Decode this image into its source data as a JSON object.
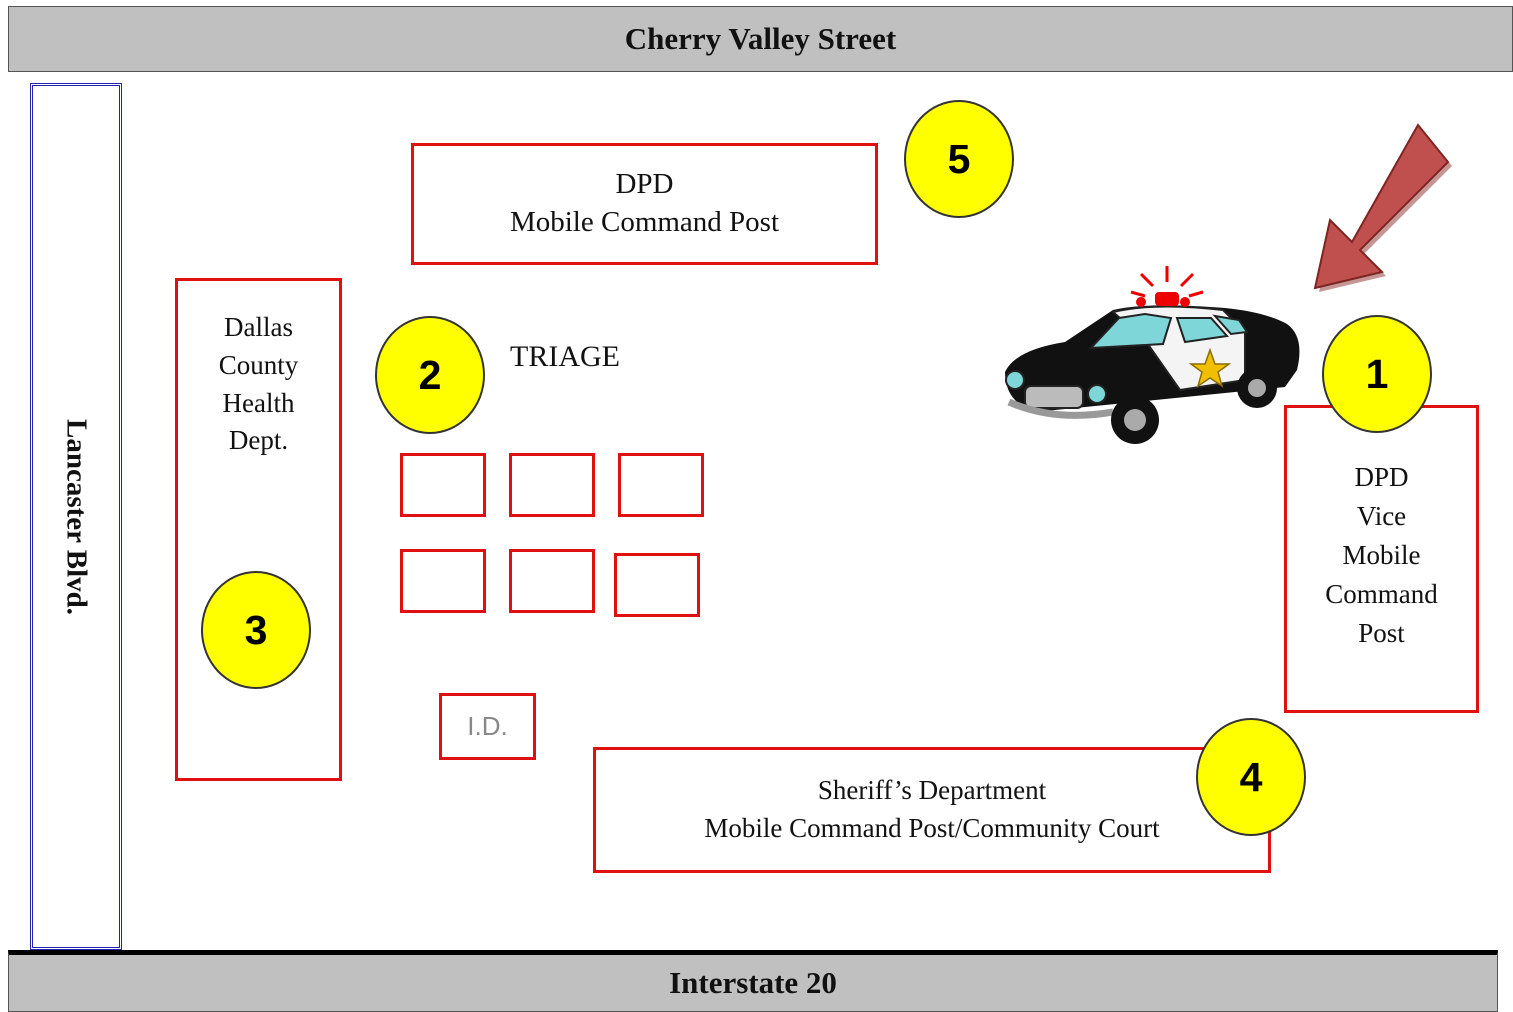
{
  "streets": {
    "top": "Cherry Valley Street",
    "bottom": "Interstate 20",
    "left": "Lancaster Blvd."
  },
  "areas": {
    "dpd_main": {
      "line1": "DPD",
      "line2": "Mobile Command Post"
    },
    "health": {
      "line1": "Dallas",
      "line2": "County",
      "line3": "Health",
      "line4": "Dept."
    },
    "vice": {
      "line1": "DPD",
      "line2": "Vice",
      "line3": "Mobile",
      "line4": "Command",
      "line5": "Post"
    },
    "sheriff": {
      "line1": "Sheriff’s Department",
      "line2": "Mobile Command Post/Community Court"
    },
    "id": "I.D.",
    "triage": "TRIAGE"
  },
  "markers": [
    "1",
    "2",
    "3",
    "4",
    "5"
  ],
  "icons": {
    "car": "police-car-icon",
    "arrow": "entry-arrow-icon"
  },
  "colors": {
    "box_border": "#e01010",
    "marker": "#ffff00",
    "street": "#c0c0c0",
    "arrow": "#c0504d"
  }
}
